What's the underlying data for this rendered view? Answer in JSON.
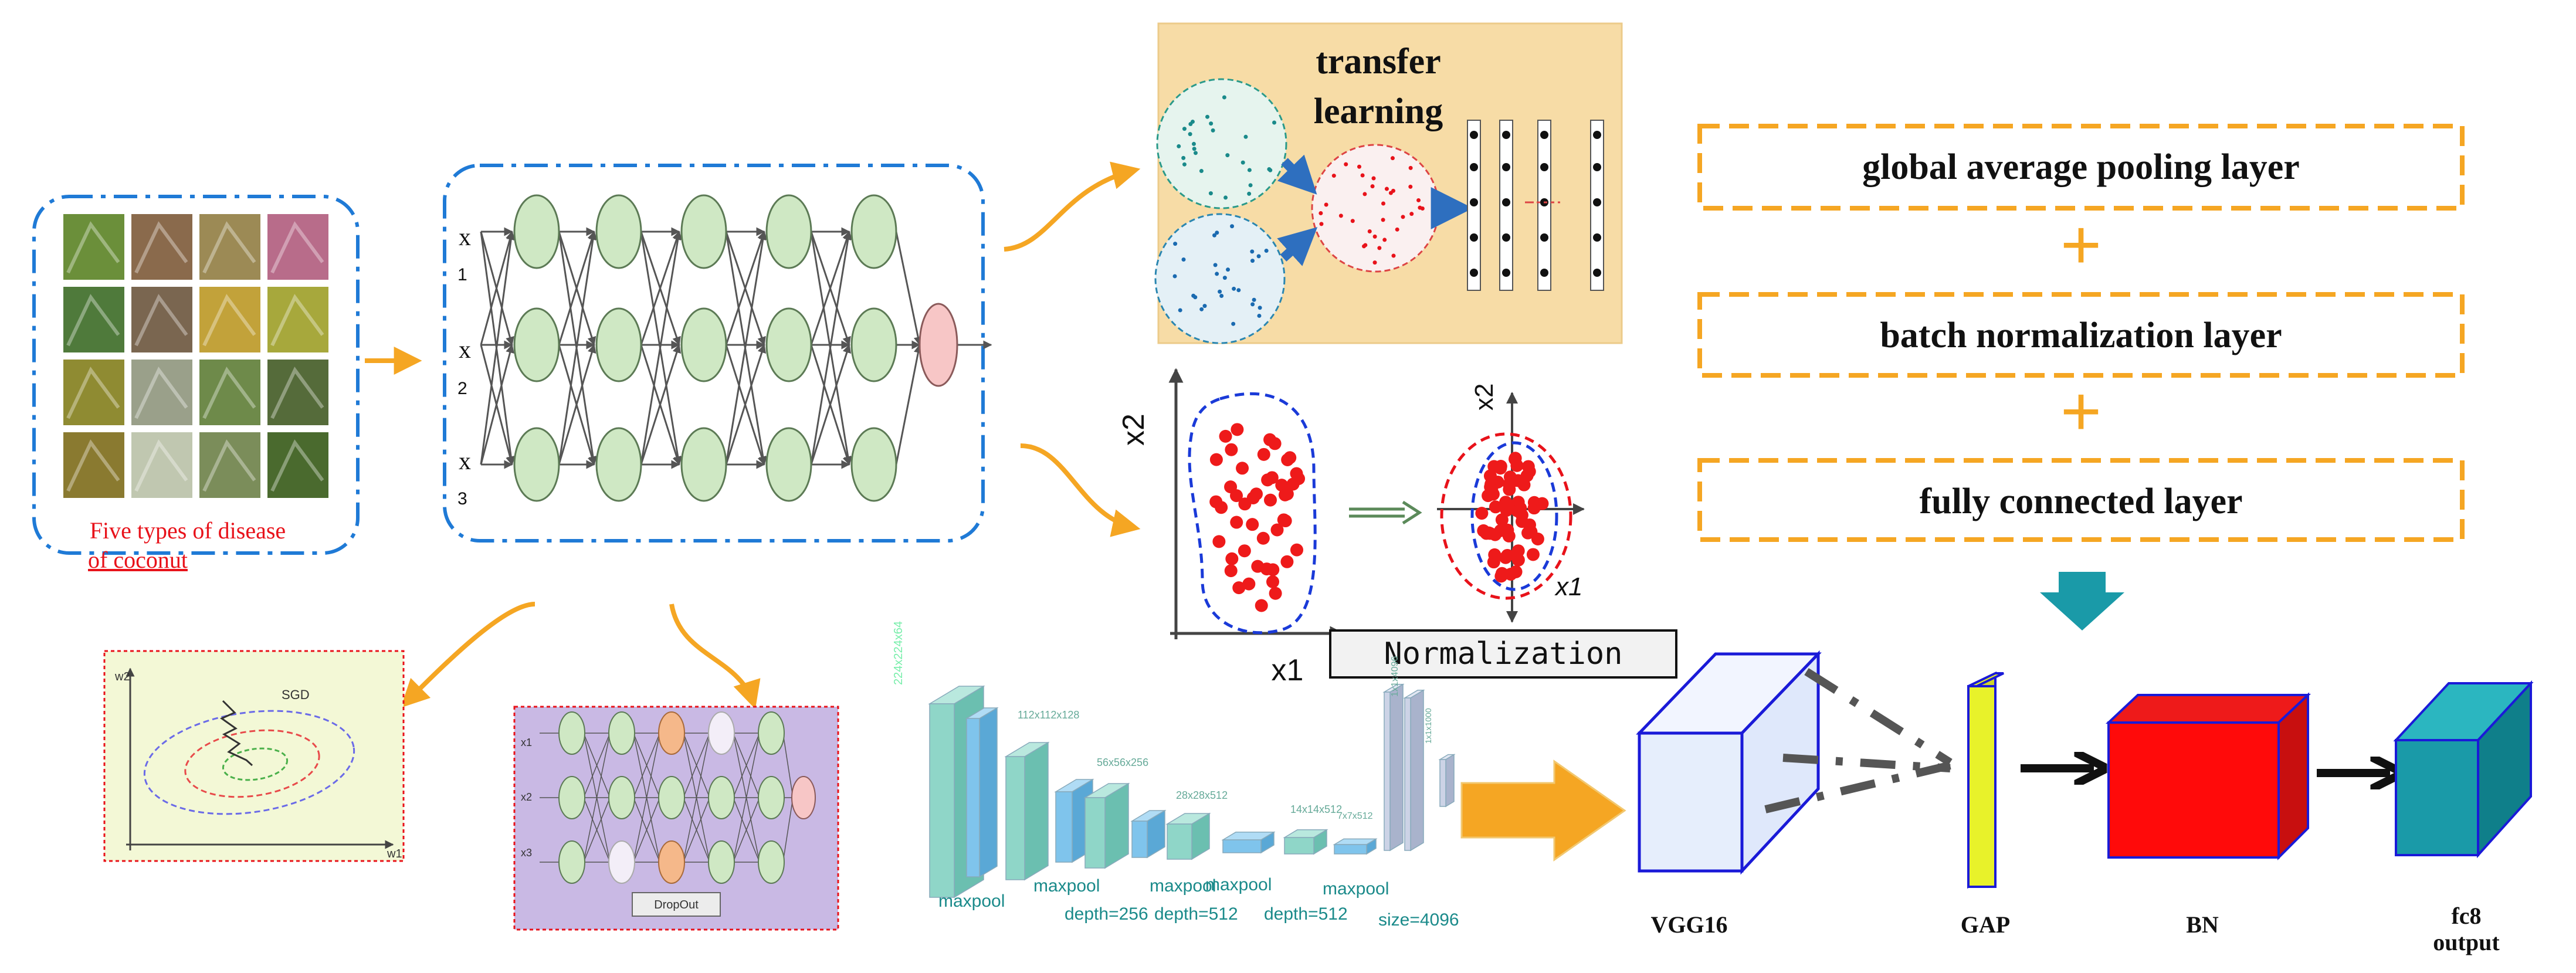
{
  "input_images": {
    "caption_line1": "Five types of disease",
    "caption_line2": "of coconut",
    "tile_colors": [
      "#6b8f3a",
      "#8a6a4c",
      "#9c8a55",
      "#b86c8a",
      "#4f7a3b",
      "#7a6650",
      "#c2a23a",
      "#a7a83c",
      "#8f8b32",
      "#9aa08a",
      "#6e8a4a",
      "#556b3a",
      "#8a7a30",
      "#c0c7b0",
      "#7b8d5a",
      "#4a6a2e"
    ]
  },
  "network": {
    "input_labels": [
      {
        "x": "x",
        "sub": "1"
      },
      {
        "x": "x",
        "sub": "2"
      },
      {
        "x": "x",
        "sub": "3"
      }
    ]
  },
  "transfer": {
    "title_line1": "transfer",
    "title_line2": "learning"
  },
  "normalization": {
    "left_ylabel": "x2",
    "left_xlabel": "x1",
    "right_ylabel": "x2",
    "right_xlabel": "x1",
    "box_label": "Normalization"
  },
  "layers": {
    "gap_box": "global average pooling layer",
    "bn_box": "batch normalization layer",
    "fc_box": "fully connected layer",
    "plus": "+"
  },
  "sgd": {
    "ylabel": "w2",
    "xlabel": "w1",
    "title": "SGD"
  },
  "dropout": {
    "label": "DropOut",
    "inputs": [
      "x1",
      "x2",
      "x3"
    ]
  },
  "vgg": {
    "top_labels": [
      "224x224x64",
      "112x112x128",
      "56x56x256",
      "28x28x512",
      "14x14x512",
      "7x7x512",
      "1x1x4096",
      "1x1x1000"
    ],
    "bottom_labels": [
      "maxpool",
      "maxpool",
      "maxpool",
      "maxpool",
      "maxpool",
      "depth=256",
      "depth=512",
      "depth=512",
      "size=4096"
    ]
  },
  "model": {
    "vgg16": "VGG16",
    "gap": "GAP",
    "bn": "BN",
    "fc8_line1": "fc8",
    "fc8_line2": "output"
  },
  "colors": {
    "orange": "#f5a623",
    "blue_dash": "#1f7ad6",
    "teal": "#1a9aa8",
    "red": "#e8121a",
    "yellow": "#e8f22a"
  }
}
